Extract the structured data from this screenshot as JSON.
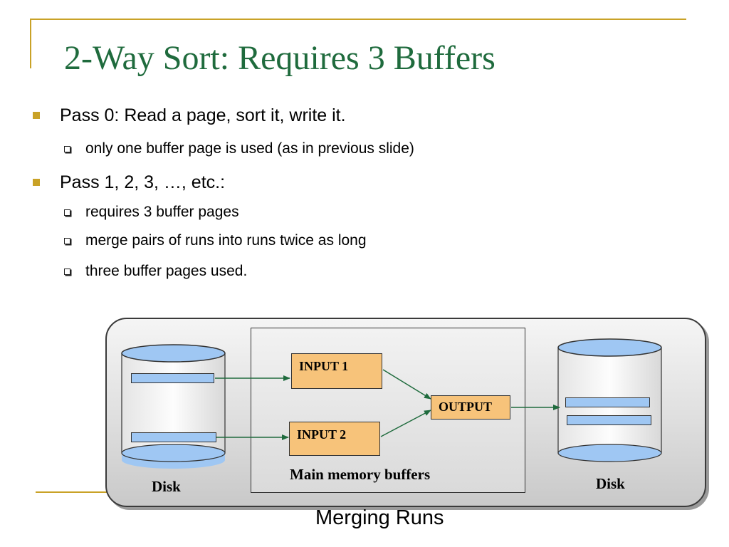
{
  "slide": {
    "title": "2-Way Sort: Requires 3 Buffers",
    "bullets": [
      {
        "text": "Pass 0: Read a page, sort it, write it.",
        "sub": [
          "only one buffer page is used (as in previous slide)"
        ]
      },
      {
        "text": "Pass 1, 2, 3, …, etc.:",
        "sub": [
          "requires 3 buffer pages",
          "merge pairs of runs into runs twice as long",
          "three buffer pages used."
        ]
      }
    ]
  },
  "diagram": {
    "input1": "INPUT 1",
    "input2": "INPUT 2",
    "output": "OUTPUT",
    "memory_label": "Main memory buffers",
    "left_disk_label": "Disk",
    "right_disk_label": "Disk",
    "colors": {
      "buffer_fill": "#f7c37a",
      "run_fill": "#9fc7f3",
      "arrow": "#1f6b3d",
      "accent": "#c9a227",
      "title": "#1f6b3d"
    }
  },
  "caption": "Merging Runs"
}
